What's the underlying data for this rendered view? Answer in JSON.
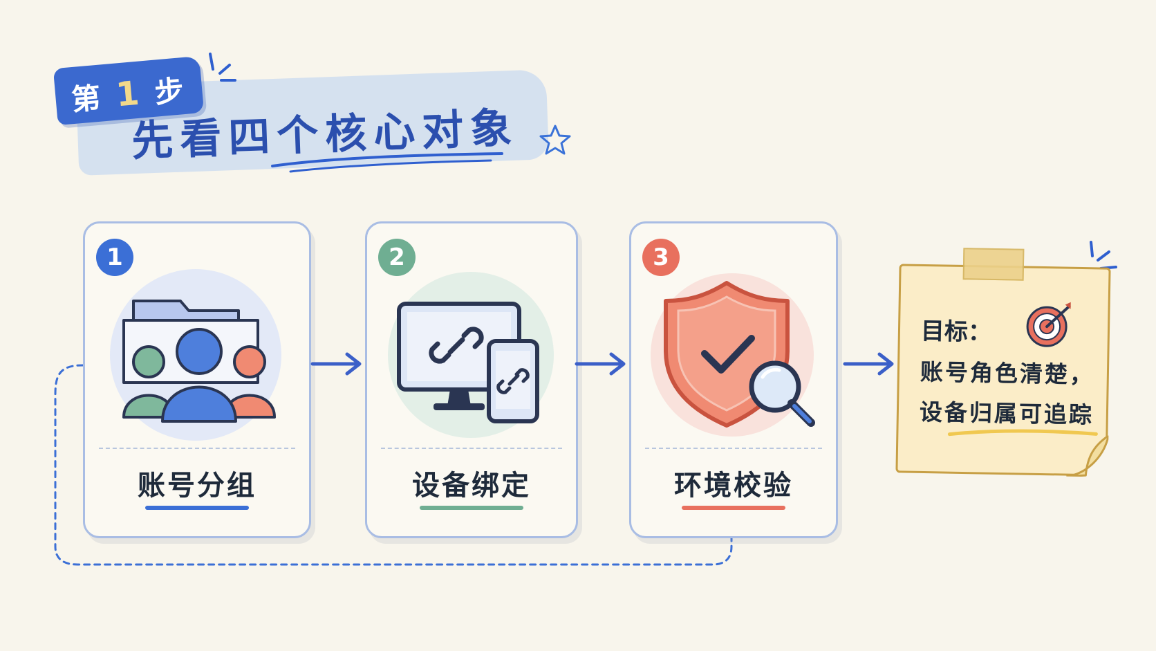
{
  "header": {
    "step_prefix": "第",
    "step_number": "1",
    "step_suffix": "步",
    "title": "先看四个核心对象"
  },
  "steps": [
    {
      "number": "1",
      "label": "账号分组",
      "icon": "account-group-icon",
      "color": "#3b6fd6"
    },
    {
      "number": "2",
      "label": "设备绑定",
      "icon": "device-link-icon",
      "color": "#6fae92"
    },
    {
      "number": "3",
      "label": "环境校验",
      "icon": "shield-check-icon",
      "color": "#e8705e"
    }
  ],
  "goal": {
    "heading": "目标：",
    "line1": "账号角色清楚，",
    "line2": "设备归属可追踪",
    "icon": "target-icon"
  }
}
